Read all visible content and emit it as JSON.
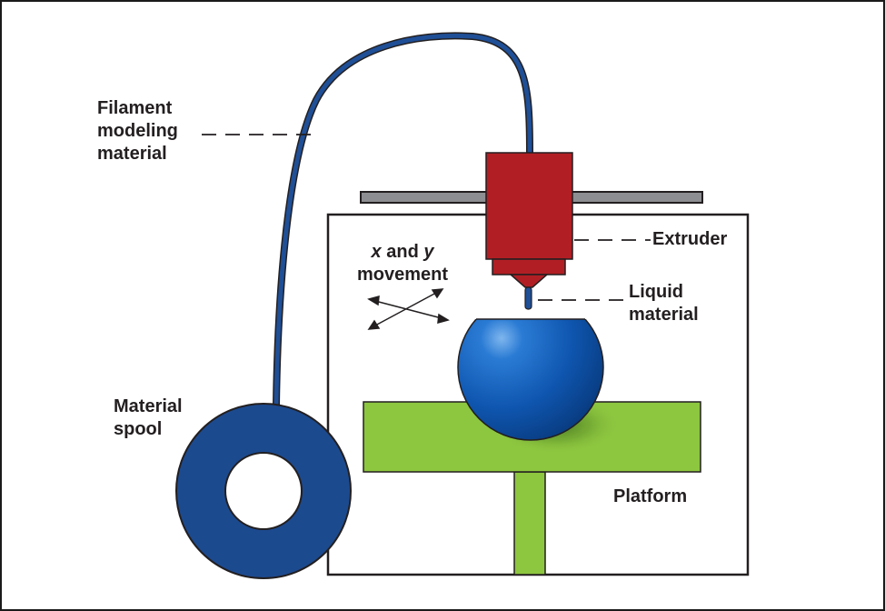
{
  "labels": {
    "filament": [
      "Filament",
      "modeling",
      "material"
    ],
    "spool": [
      "Material",
      "spool"
    ],
    "xy": {
      "x": "x",
      "and": " and ",
      "y": "y",
      "line2": "movement"
    },
    "extruder": "Extruder",
    "liquid": [
      "Liquid",
      "material"
    ],
    "platform": "Platform"
  },
  "colors": {
    "filament": "#1f4f96",
    "spool": "#1c4a8f",
    "extruder": "#b11f24",
    "rail": "#8d8e91",
    "platform": "#8dc63f",
    "object": "#1565c0",
    "outline": "#231f20"
  }
}
